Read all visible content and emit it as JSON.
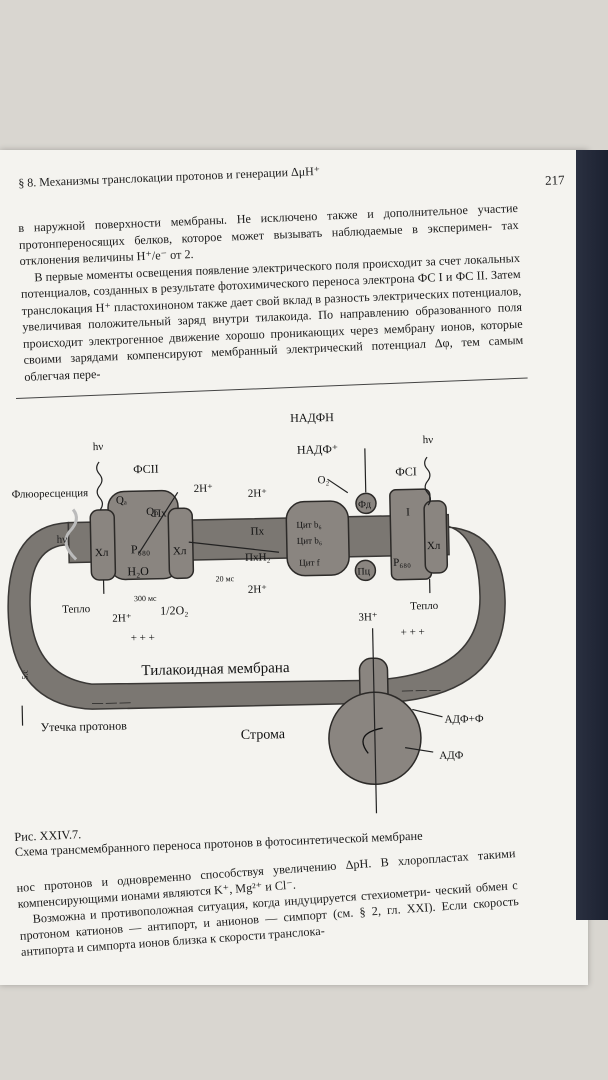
{
  "header": {
    "running_title": "§ 8. Механизмы транслокации протонов и генерации ΔμH⁺",
    "page_number": "217"
  },
  "text_top": [
    "в наружной поверхности мембраны. Не исключено также и дополнительное участие протонпереносящих белков, которое может вызывать наблюдаемые в эксперимен- тах отклонения величины H⁺/e⁻ от 2.",
    "В первые моменты освещения появление электрического поля происходит за счет локальных потенциалов, созданных в результате фотохимического переноса электрона ФС I и ФС II. Затем транслокация H⁺ пластохиноном также дает свой вклад в разность электрических потенциалов, увеличивая положительный заряд внутри тилакоида. По направлению образованного поля происходит электрогенное движение хорошо проникающих через мембрану ионов, которые своими зарядами компенсируют мембранный электрический потенциал Δφ, тем самым облегчая пере-"
  ],
  "figure": {
    "hv_left": "hν",
    "hv_right": "hν",
    "hv_inner": "hν",
    "fluorescence": "Флюоресценция",
    "ps2": "ФСII",
    "ps1": "ФСI",
    "qa": "Qₐ",
    "qb": "Qₙ",
    "px_small": "Пх",
    "p680": "P₆₈₀",
    "p680_right": "P₆₈₀",
    "xl": "Хл",
    "h2o": "H₂O",
    "teplo_left": "Тепло",
    "teplo_right": "Тепло",
    "two_h_left": "2H⁺",
    "half_o2": "1/2O₂",
    "ms300": "300 мс",
    "two_h_ps2": "2H⁺",
    "two_h_mid": "2H⁺",
    "two_h_bottom": "2H⁺",
    "px": "Пх",
    "pxh2": "ПхH₂",
    "ms20": "20 мс",
    "cyt_b6_1": "Цит b₆",
    "cyt_b6_2": "Цит b₆",
    "cyt_f": "Цит f",
    "pc": "Пц",
    "fd": "Фд",
    "o2": "O₂",
    "nadph": "НАДФН",
    "nadp": "НАДФ⁺",
    "i_label": "I",
    "three_h": "3H⁺",
    "plus_left": "+ + +",
    "plus_right": "+ + +",
    "minus_left": "— — —",
    "minus_right": "— — —",
    "membrane": "Тилакоидная мембрана",
    "side_label": "5.с",
    "leak": "Утечка протонов",
    "stroma": "Строма",
    "adp_f": "АДФ+Ф",
    "adp": "АДФ"
  },
  "caption": {
    "label": "Рис. XXIV.7.",
    "text": "Схема трансмембранного переноса протонов в фотосинтетической мембране"
  },
  "text_bottom": [
    "нос протонов и одновременно способствуя увеличению ΔpH. В хлоропластах такими компенсирующими ионами являются K⁺, Mg²⁺ и Cl⁻.",
    "Возможна и противоположная ситуация, когда индуцируется стехиометри- ческий обмен с протоном катионов — антипорт, и анионов — симпорт (см. § 2, гл. XXI). Если скорость антипорта и симпорта ионов близка к скорости транслока-"
  ],
  "colors": {
    "membrane_fill": "#7b7772",
    "protein_fill": "#8a8580",
    "paper": "#f4f3ef"
  }
}
